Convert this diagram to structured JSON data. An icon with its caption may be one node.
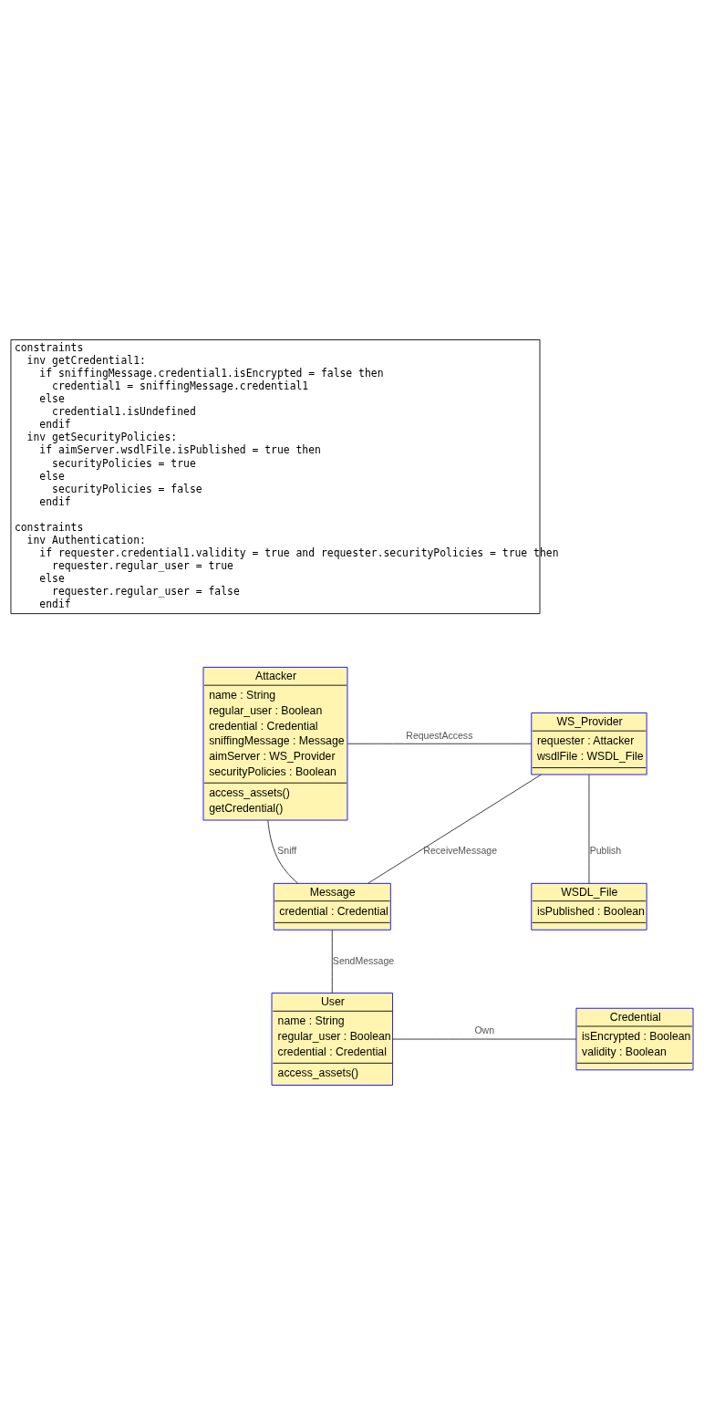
{
  "diagram": {
    "nodes": [
      {
        "text": [
          "constraints",
          "  inv getCredential1:",
          "    if sniffingMessage.credential1.isEncrypted = false then",
          "      credential1 = sniffingMessage.credential1",
          "    else",
          "      credential1.isUndefined",
          "    endif",
          "  inv getSecurityPolicies:",
          "    if aimServer.wsdlFile.isPublished = true then",
          "      securityPolicies = true",
          "    else",
          "      securityPolicies = false",
          "    endif",
          "constraints",
          "  inv Authentication:",
          "    if requester.credential1.validity = true and requester.securityPolicies = true then",
          "      requester.regular_user = true",
          "    else",
          "      requester.regular_user = false",
          "    endif"
        ]
      },
      {
        "text": [
          "Attacker",
          "name : String",
          "regular_user : Boolean",
          "credential : Credential",
          "sniffingMessage : Message",
          "aimServer : WS_Provider",
          "securityPolicies : Boolean",
          "access_assets()",
          "getCredential()"
        ]
      },
      {
        "text": [
          "WS_Provider",
          "requester : Attacker",
          "wsdlFile : WSDL_File"
        ]
      },
      {
        "text": [
          "Message",
          "credential : Credential"
        ]
      },
      {
        "text": [
          "WSDL_File",
          "isPublished : Boolean"
        ]
      },
      {
        "text": [
          "User",
          "name : String",
          "regular_user : Boolean",
          "credential : Credential",
          "access_assets()"
        ]
      },
      {
        "text": [
          "Credential",
          "isEncrypted : Boolean",
          "validity : Boolean"
        ]
      }
    ],
    "edges": [
      {
        "from": 1,
        "to": 2,
        "arrow": "none",
        "label": "RequestAccess"
      },
      {
        "from": 2,
        "to": 3,
        "arrow": "none",
        "label": "ReceiveMessage"
      },
      {
        "from": 2,
        "to": 4,
        "arrow": "none",
        "label": "Publish"
      },
      {
        "from": 1,
        "to": 3,
        "arrow": "none",
        "label": "Sniff"
      },
      {
        "from": 3,
        "to": 5,
        "arrow": "none",
        "label": "SendMessage"
      },
      {
        "from": 5,
        "to": 6,
        "arrow": "none",
        "label": "Own"
      }
    ]
  }
}
